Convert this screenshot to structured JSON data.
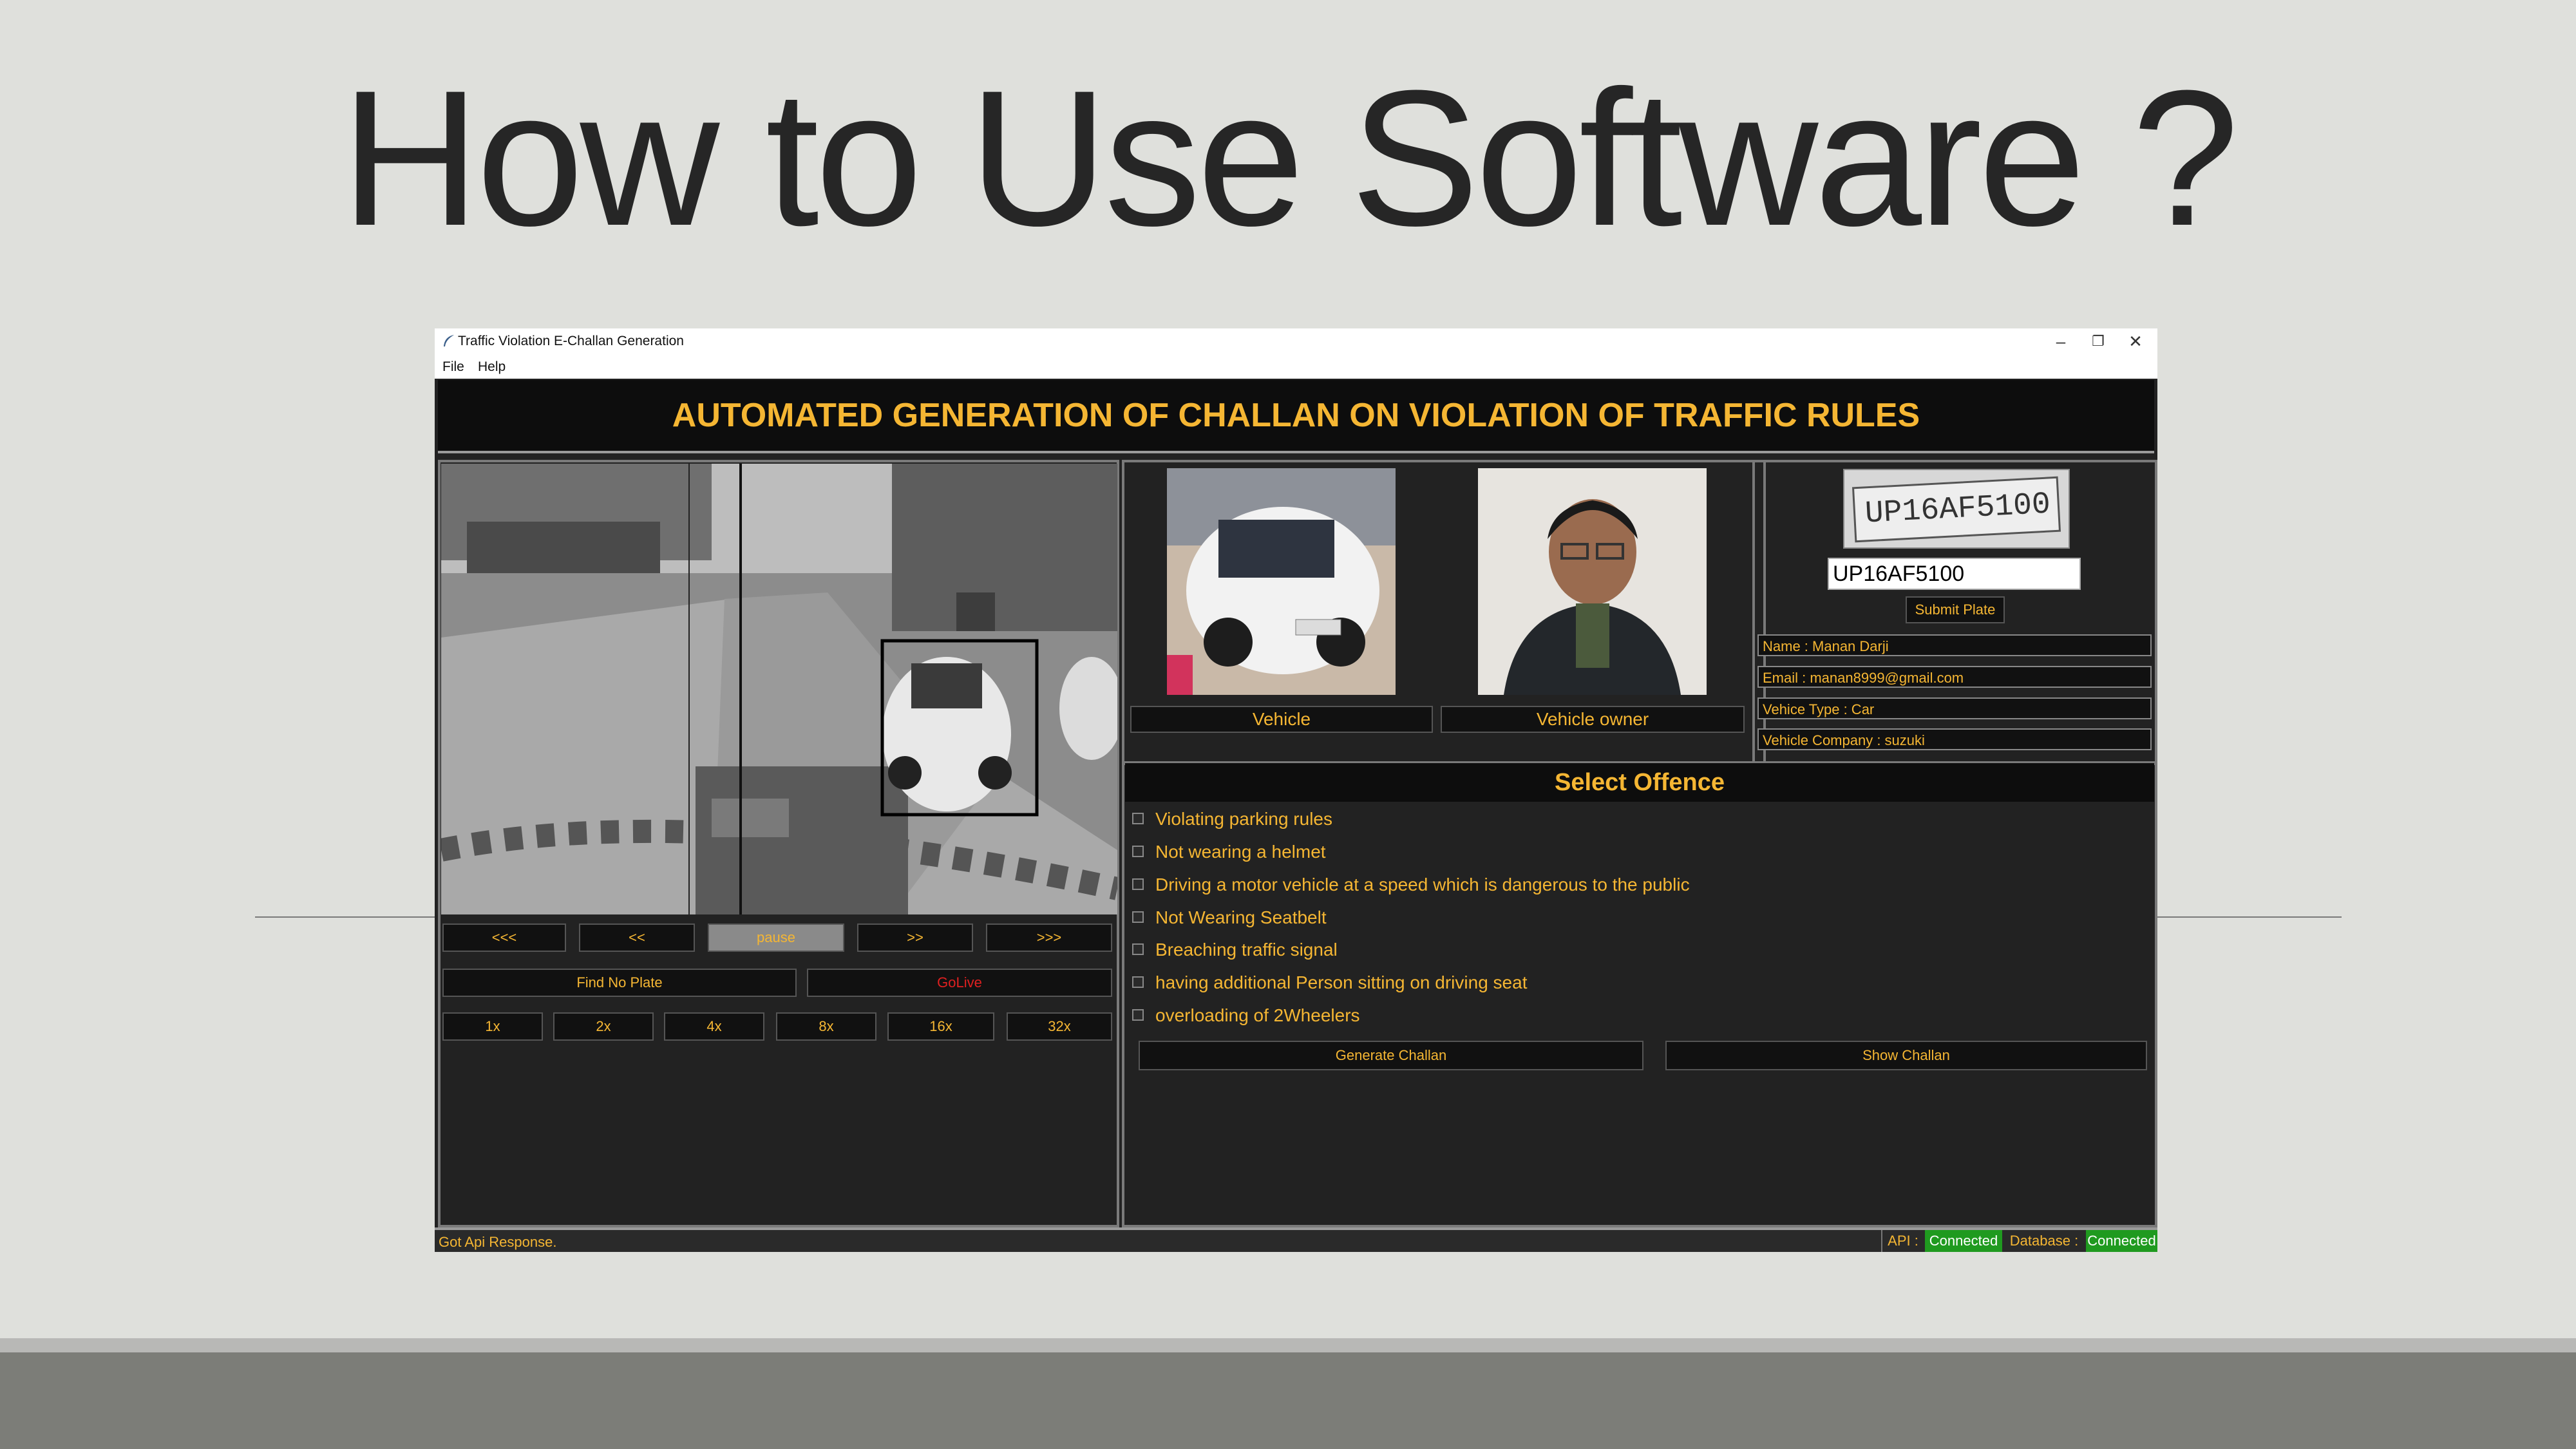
{
  "slide": {
    "title": "How to Use Software ?"
  },
  "window": {
    "title": "Traffic Violation E-Challan Generation",
    "minimize": "–",
    "restore": "❐",
    "close": "✕",
    "menu": [
      "File",
      "Help"
    ]
  },
  "banner": "AUTOMATED GENERATION OF CHALLAN ON VIOLATION OF TRAFFIC RULES",
  "playback": {
    "buttons": [
      "<<<",
      "<<",
      "pause",
      ">>",
      ">>>"
    ],
    "find_plate": "Find No Plate",
    "go_live": "GoLive",
    "speeds": [
      "1x",
      "2x",
      "4x",
      "8x",
      "16x",
      "32x"
    ]
  },
  "photos": {
    "vehicle_label": "Vehicle",
    "owner_label": "Vehicle owner"
  },
  "plate": {
    "image_text": "UP16AF5100",
    "input_value": "UP16AF5100",
    "submit": "Submit Plate"
  },
  "owner_info": {
    "name": "Name : Manan Darji",
    "email": "Email : manan8999@gmail.com",
    "type": "Vehice Type : Car",
    "company": "Vehicle Company : suzuki"
  },
  "offence": {
    "heading": "Select Offence",
    "items": [
      "Violating parking rules",
      "Not wearing a helmet",
      "Driving a motor vehicle at a speed which is dangerous to the public",
      "Not Wearing Seatbelt",
      "Breaching traffic signal",
      "having additional Person sitting on driving seat",
      "overloading of 2Wheelers"
    ],
    "generate": "Generate Challan",
    "show": "Show Challan"
  },
  "status": {
    "message": "Got Api Response.",
    "api_label": "API :",
    "api_state": "Connected",
    "db_label": "Database :",
    "db_state": "Connected"
  },
  "colors": {
    "accent": "#f5b633",
    "panel": "#222222",
    "connected": "#1f9a1f",
    "go_live": "#e02020"
  }
}
